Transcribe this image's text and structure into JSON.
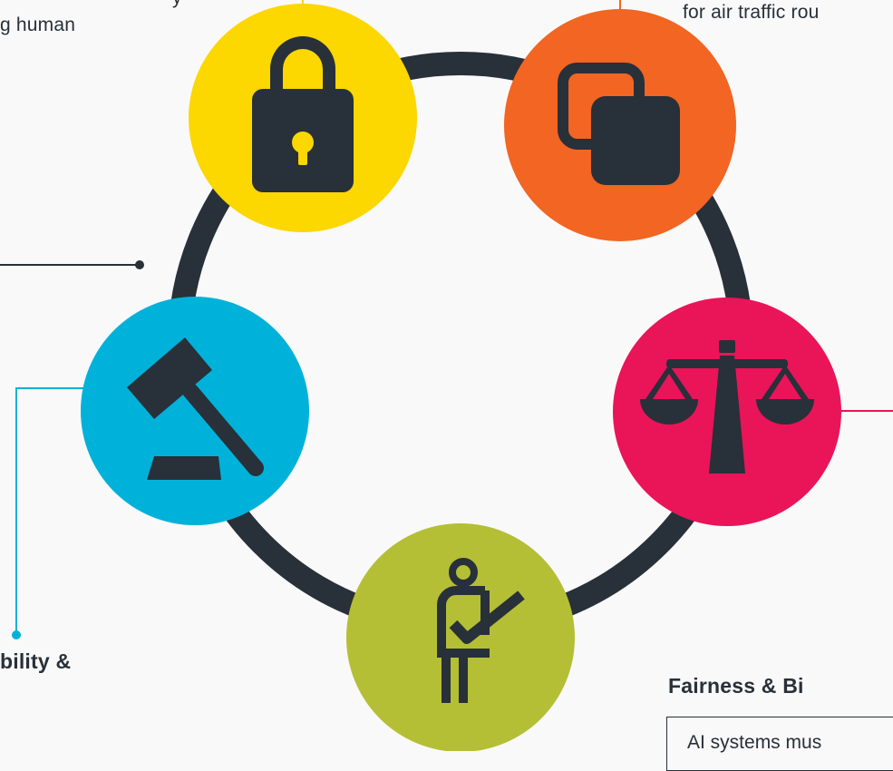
{
  "texts": {
    "top_left_fragment_1": "y",
    "top_left_fragment_2": "g human",
    "top_right_fragment": "for air traffic rou",
    "accountability_heading": "bility &",
    "fairness_heading": "Fairness & Bi",
    "fairness_desc": "AI systems mus"
  },
  "colors": {
    "ring": "#283039",
    "security": "#fcd700",
    "transparency": "#f26522",
    "fairness": "#ea1458",
    "human_oversight": "#b4bf35",
    "accountability": "#00b2d9",
    "icon": "#283039"
  },
  "icons": [
    "padlock-icon",
    "overlapping-squares-icon",
    "balance-scale-icon",
    "person-check-icon",
    "gavel-icon"
  ]
}
